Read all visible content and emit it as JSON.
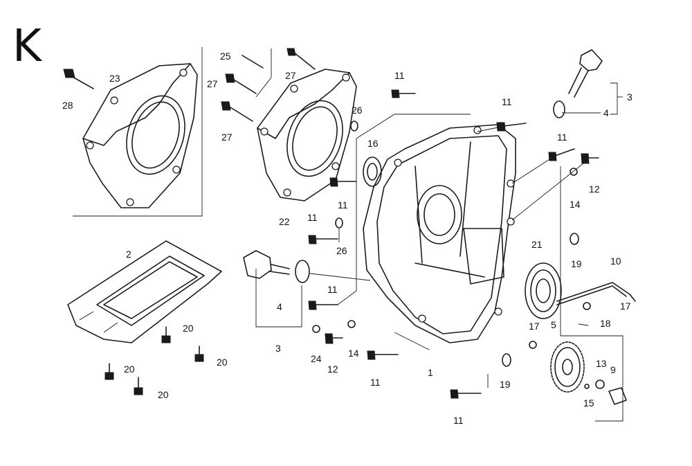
{
  "section_letter": "K",
  "callouts": [
    {
      "id": "c-28",
      "text": "28"
    },
    {
      "id": "c-23",
      "text": "23"
    },
    {
      "id": "c-25",
      "text": "25"
    },
    {
      "id": "c-27a",
      "text": "27"
    },
    {
      "id": "c-27b",
      "text": "27"
    },
    {
      "id": "c-27c",
      "text": "27"
    },
    {
      "id": "c-26a",
      "text": "26"
    },
    {
      "id": "c-26b",
      "text": "26"
    },
    {
      "id": "c-22",
      "text": "22"
    },
    {
      "id": "c-11a",
      "text": "11"
    },
    {
      "id": "c-11b",
      "text": "11"
    },
    {
      "id": "c-11c",
      "text": "11"
    },
    {
      "id": "c-11d",
      "text": "11"
    },
    {
      "id": "c-11e",
      "text": "11"
    },
    {
      "id": "c-11f",
      "text": "11"
    },
    {
      "id": "c-11g",
      "text": "11"
    },
    {
      "id": "c-11h",
      "text": "11"
    },
    {
      "id": "c-16",
      "text": "16"
    },
    {
      "id": "c-3a",
      "text": "3"
    },
    {
      "id": "c-3b",
      "text": "3"
    },
    {
      "id": "c-4a",
      "text": "4"
    },
    {
      "id": "c-4b",
      "text": "4"
    },
    {
      "id": "c-12a",
      "text": "12"
    },
    {
      "id": "c-12b",
      "text": "12"
    },
    {
      "id": "c-14a",
      "text": "14"
    },
    {
      "id": "c-14b",
      "text": "14"
    },
    {
      "id": "c-19a",
      "text": "19"
    },
    {
      "id": "c-19b",
      "text": "19"
    },
    {
      "id": "c-21",
      "text": "21"
    },
    {
      "id": "c-10",
      "text": "10"
    },
    {
      "id": "c-17a",
      "text": "17"
    },
    {
      "id": "c-17b",
      "text": "17"
    },
    {
      "id": "c-18",
      "text": "18"
    },
    {
      "id": "c-5",
      "text": "5"
    },
    {
      "id": "c-13",
      "text": "13"
    },
    {
      "id": "c-9",
      "text": "9"
    },
    {
      "id": "c-15",
      "text": "15"
    },
    {
      "id": "c-1",
      "text": "1"
    },
    {
      "id": "c-2",
      "text": "2"
    },
    {
      "id": "c-20a",
      "text": "20"
    },
    {
      "id": "c-20b",
      "text": "20"
    },
    {
      "id": "c-20c",
      "text": "20"
    },
    {
      "id": "c-20d",
      "text": "20"
    },
    {
      "id": "c-24",
      "text": "24"
    }
  ]
}
